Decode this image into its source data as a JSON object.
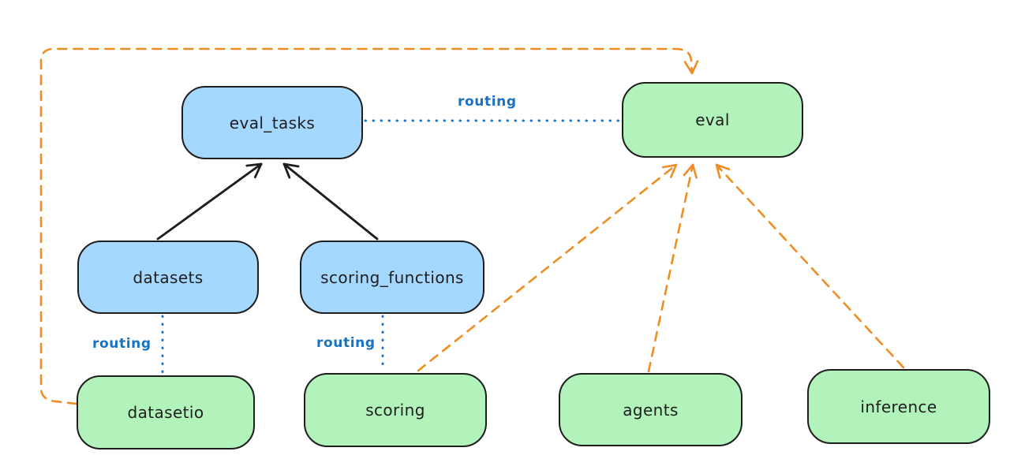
{
  "diagram": {
    "nodes": {
      "eval_tasks": {
        "label": "eval_tasks",
        "fill": "#a5d8ff"
      },
      "eval": {
        "label": "eval",
        "fill": "#b2f2bb"
      },
      "datasets": {
        "label": "datasets",
        "fill": "#a5d8ff"
      },
      "scoring_functions": {
        "label": "scoring_functions",
        "fill": "#a5d8ff"
      },
      "datasetio": {
        "label": "datasetio",
        "fill": "#b2f2bb"
      },
      "scoring": {
        "label": "scoring",
        "fill": "#b2f2bb"
      },
      "agents": {
        "label": "agents",
        "fill": "#b2f2bb"
      },
      "inference": {
        "label": "inference",
        "fill": "#b2f2bb"
      }
    },
    "edge_labels": {
      "routing_top": "routing",
      "routing_datasets": "routing",
      "routing_scoring": "routing"
    },
    "edges": [
      {
        "from": "datasets",
        "to": "eval_tasks",
        "style": "solid-arrow",
        "color": "black"
      },
      {
        "from": "scoring_functions",
        "to": "eval_tasks",
        "style": "solid-arrow",
        "color": "black"
      },
      {
        "from": "eval_tasks",
        "to": "eval",
        "style": "dotted-line",
        "color": "blue",
        "label": "routing"
      },
      {
        "from": "datasets",
        "to": "datasetio",
        "style": "dotted-line",
        "color": "blue",
        "label": "routing"
      },
      {
        "from": "scoring_functions",
        "to": "scoring",
        "style": "dotted-line",
        "color": "blue",
        "label": "routing"
      },
      {
        "from": "datasetio",
        "to": "eval",
        "style": "dashed-arrow",
        "color": "orange"
      },
      {
        "from": "scoring",
        "to": "eval",
        "style": "dashed-arrow",
        "color": "orange"
      },
      {
        "from": "agents",
        "to": "eval",
        "style": "dashed-arrow",
        "color": "orange"
      },
      {
        "from": "inference",
        "to": "eval",
        "style": "dashed-arrow",
        "color": "orange"
      }
    ],
    "colors": {
      "node_stroke": "#1e1e1e",
      "blue_node_fill": "#a5d8ff",
      "green_node_fill": "#b2f2bb",
      "routing_blue": "#1971c2",
      "arrow_black": "#1e1e1e",
      "arrow_orange": "#ef8d22",
      "background": "#ffffff"
    }
  }
}
